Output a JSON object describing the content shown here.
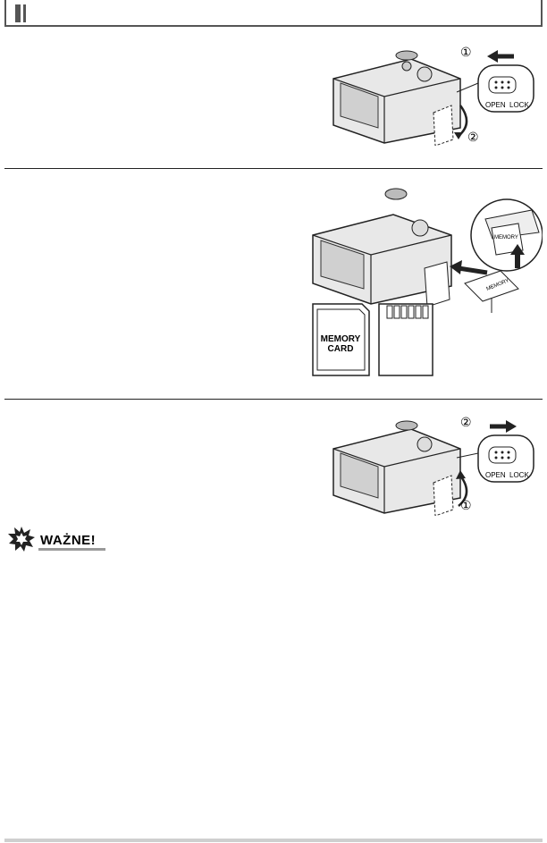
{
  "header": {
    "title": ""
  },
  "step1": {
    "marker_1": "①",
    "marker_2": "②",
    "open_label": "OPEN",
    "lock_label": "LOCK"
  },
  "step2": {
    "card_front_line1": "MEMORY",
    "card_front_line2": "CARD",
    "card_small_label": "MEMORY",
    "card_insert_label": "MEMORY"
  },
  "step3": {
    "marker_1": "①",
    "marker_2": "②",
    "open_label": "OPEN",
    "lock_label": "LOCK"
  },
  "important": {
    "label": "WAŻNE!"
  }
}
